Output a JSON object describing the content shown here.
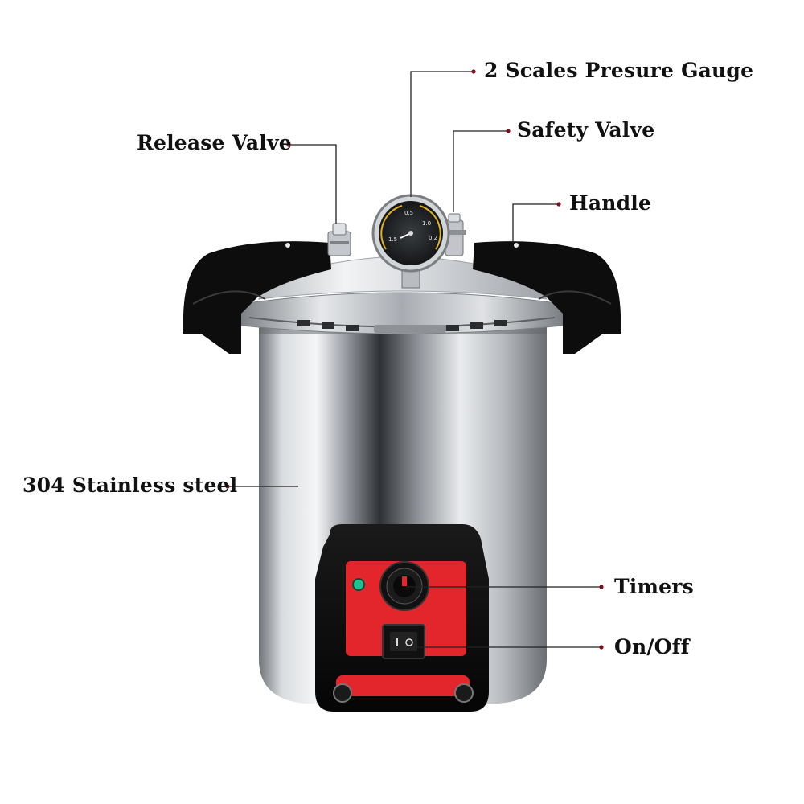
{
  "labels": {
    "pressure_gauge": "2 Scales Presure Gauge",
    "safety_valve": "Safety Valve",
    "release_valve": "Release Valve",
    "handle": "Handle",
    "stainless_steel": "304 Stainless steel",
    "timers": "Timers",
    "on_off": "On/Off"
  },
  "gauge_marks": [
    "0.5",
    "1.0",
    "1.5",
    "0.2"
  ],
  "colors": {
    "panel_red": "#e3262b",
    "handle_black": "#0d0d0d",
    "steel": "#c9ccd0",
    "leader_line": "#222222",
    "dot": "#7a1020",
    "indicator_light": "#1fbf8f"
  }
}
